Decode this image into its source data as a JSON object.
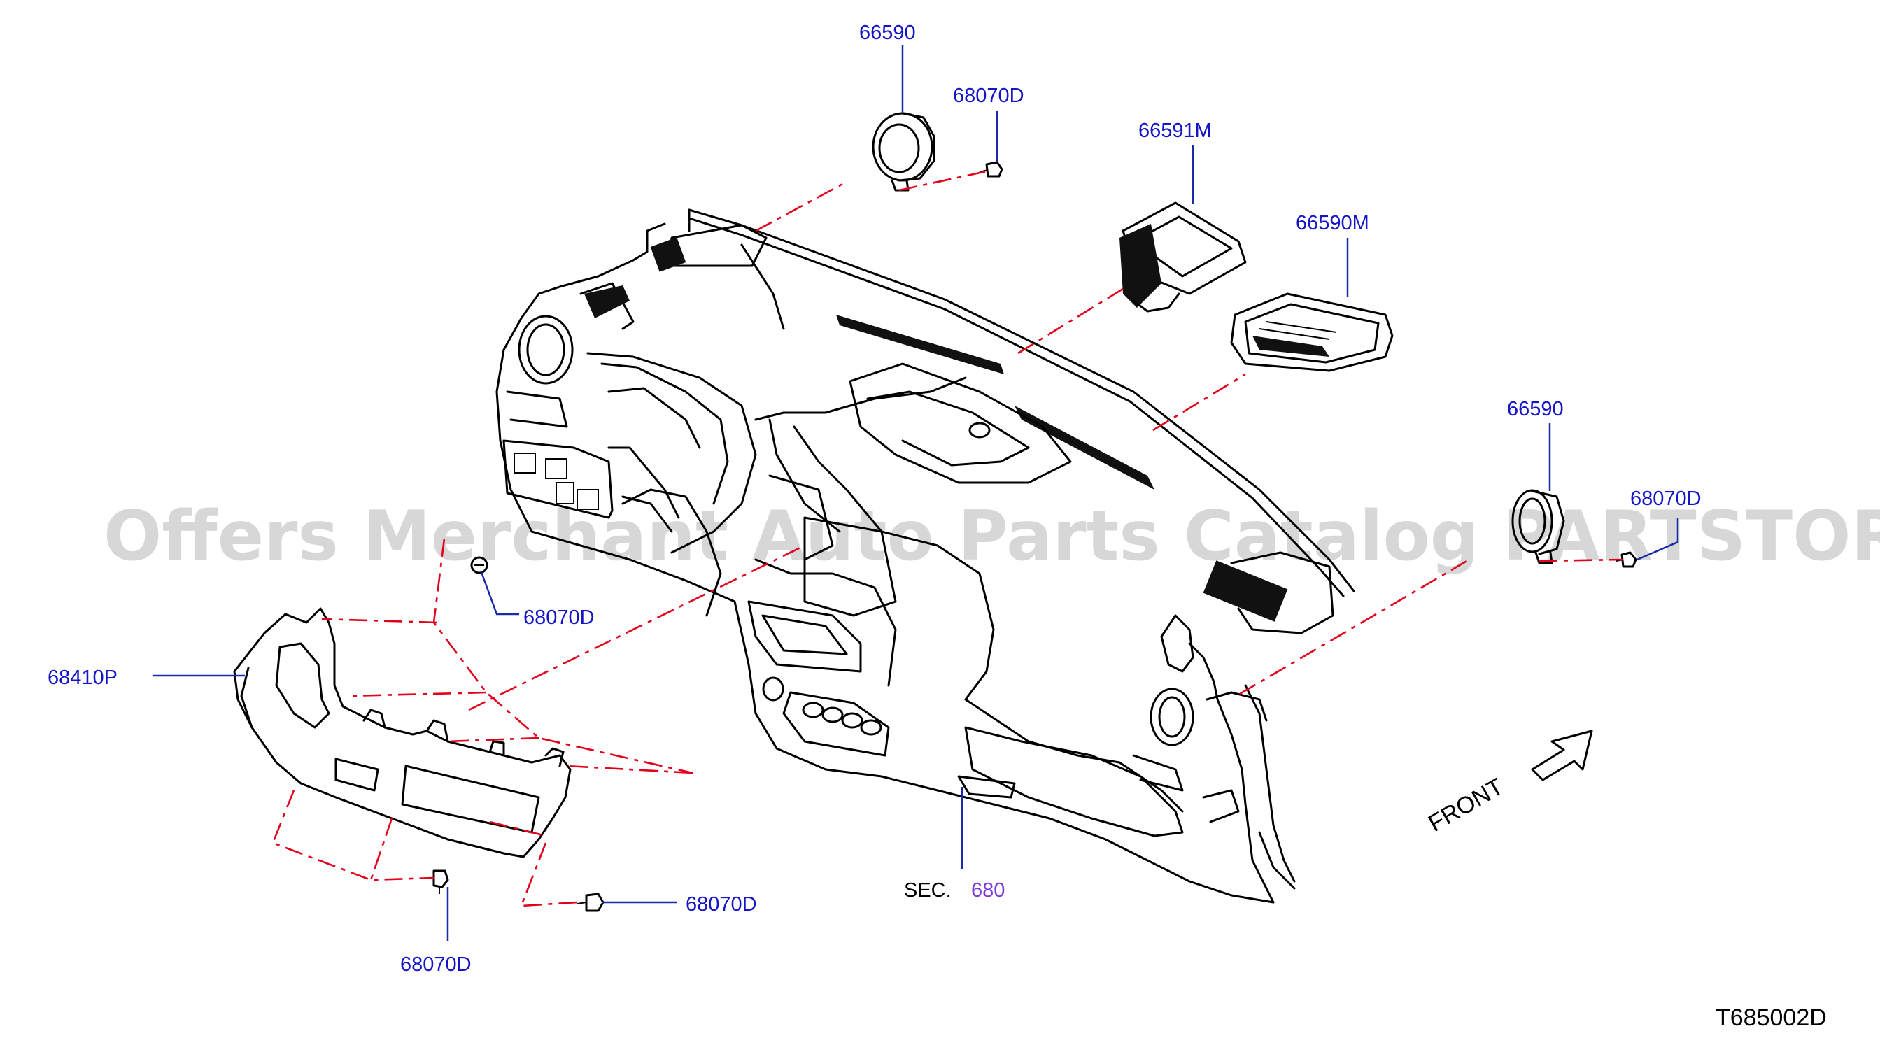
{
  "watermark": "Offers Merchant Auto Parts Catalog PARTSTORE.SA",
  "diagram_code": "T685002D",
  "front_label": "FRONT",
  "section_ref": {
    "prefix": "SEC.",
    "number": "680"
  },
  "callouts": {
    "vent_top": "66590",
    "clip_top": "68070D",
    "vent_center_upper": "66591M",
    "vent_center_lower": "66590M",
    "vent_right": "66590",
    "clip_right": "68070D",
    "clip_left_upper": "68070D",
    "cluster_lid": "68410P",
    "clip_bottom_right": "68070D",
    "clip_bottom": "68070D"
  }
}
